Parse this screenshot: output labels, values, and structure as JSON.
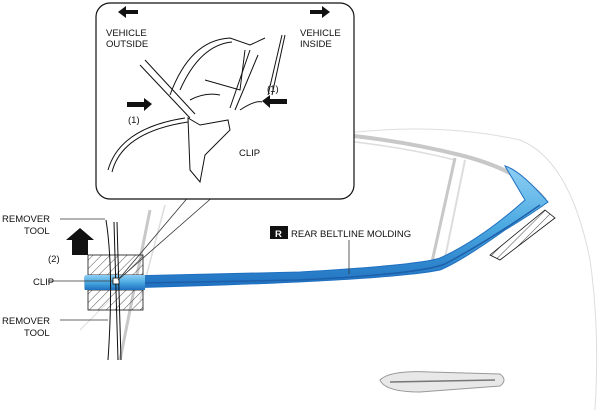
{
  "callout": {
    "vehicle_outside_line1": "VEHICLE",
    "vehicle_outside_line2": "OUTSIDE",
    "vehicle_inside_line1": "VEHICLE",
    "vehicle_inside_line2": "INSIDE",
    "step1_left": "(1)",
    "step1_right": "(1)",
    "clip": "CLIP"
  },
  "left_labels": {
    "remover_tool_top_line1": "REMOVER",
    "remover_tool_top_line2": "TOOL",
    "step2": "(2)",
    "clip": "CLIP",
    "remover_tool_bottom_line1": "REMOVER",
    "remover_tool_bottom_line2": "TOOL"
  },
  "molding": {
    "badge": "R",
    "label": "REAR BELTLINE MOLDING"
  },
  "colors": {
    "molding_blue": "#4aa8e0",
    "molding_dark": "#1e6fc0",
    "body_gray": "#bdbdbd"
  }
}
